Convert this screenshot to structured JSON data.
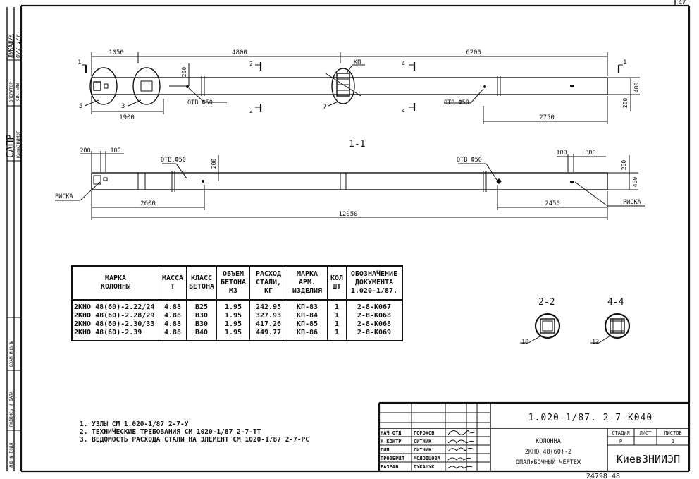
{
  "sheet_number": "47",
  "side_stamps": {
    "designer_name": "ЛУКАШУК",
    "designer_signature": "Q77 1/r-",
    "operator": "ОПЕРАТОР",
    "system": "СИСТЕМЫ",
    "sapr": "САПР",
    "institute": "КиевЗНИИЭП",
    "inv_vzam": "ВЗАМ ИНВ №",
    "sign_date": "ПОДПИСЬ И ДАТА",
    "inv_podl": "ИНВ № ПОДЛ"
  },
  "plan_view": {
    "dims_top": [
      "1050",
      "4800",
      "6200"
    ],
    "dim_200": "200",
    "dim_1900": "1900",
    "dim_2750": "2750",
    "dim_400": "400",
    "dim_200_right": "200",
    "hole_label_1": "ОТВ Ф50",
    "hole_label_2": "ОТВ Ф50",
    "kp_label": "КП",
    "section_marks": [
      "1",
      "1",
      "2",
      "2",
      "4",
      "4"
    ],
    "callouts": [
      "5",
      "3",
      "7"
    ]
  },
  "section_view": {
    "title": "1-1",
    "dim_200": "200",
    "dim_100": "100",
    "dim_200_vert": "200",
    "hole_label_1": "ОТВ.Ф50",
    "hole_label_2": "ОТВ Ф50",
    "dim_100_right": "100",
    "dim_800": "800",
    "dim_200_right": "200",
    "dim_400_right": "400",
    "dim_2600": "2600",
    "dim_2450": "2450",
    "dim_12050": "12050",
    "riska_left": "РИСКА",
    "riska_right": "РИСКА"
  },
  "spec_table": {
    "headers": [
      "МАРКА\nКОЛОННЫ",
      "МАССА\nТ",
      "КЛАСС\nБЕТОНА",
      "ОБЪЕМ\nБЕТОНА\nМ3",
      "РАСХОД\nСТАЛИ,\nКГ",
      "МАРКА\nАРМ.\nИЗДЕЛИЯ",
      "КОЛ\nШТ",
      "ОБОЗНАЧЕНИЕ\nДОКУМЕНТА\n1.020-1/87."
    ],
    "rows": [
      [
        "2КНО  48(60)-2.22/24",
        "4.88",
        "В25",
        "1.95",
        "242.95",
        "КП-83",
        "1",
        "2-8-К067"
      ],
      [
        "2КНО  48(60)-2.28/29",
        "4.88",
        "В30",
        "1.95",
        "327.93",
        "КП-84",
        "1",
        "2-8-К068"
      ],
      [
        "2КНО  48(60)-2.30/33",
        "4.88",
        "В30",
        "1.95",
        "417.26",
        "КП-85",
        "1",
        "2-8-К068"
      ],
      [
        "2КНО  48(60)-2.39",
        "4.88",
        "В40",
        "1.95",
        "449.77",
        "КП-86",
        "1",
        "2-8-К069"
      ]
    ]
  },
  "cross_sections": [
    {
      "title": "2-2",
      "callout": "10"
    },
    {
      "title": "4-4",
      "callout": "12"
    }
  ],
  "notes": [
    "1. УЗЛЫ СМ  1.020-1/87 2-7-У",
    "2. ТЕХНИЧЕСКИЕ ТРЕБОВАНИЯ СМ  1020-1/87 2-7-ТТ",
    "3. ВЕДОМОСТЬ РАСХОДА СТАЛИ НА ЭЛЕМЕНТ СМ  1020-1/87 2-7-РС"
  ],
  "title_block": {
    "document_code": "1.020-1/87.  2-7-К040",
    "people": [
      {
        "role": "НАЧ ОТД",
        "name": "ГОРОХОВ"
      },
      {
        "role": "Н КОНТР",
        "name": "СИТНИК"
      },
      {
        "role": "ГИП",
        "name": "СИТНИК"
      },
      {
        "role": "ПРОВЕРИЛ",
        "name": "МОЛОДЦОВА"
      },
      {
        "role": "РАЗРАБ",
        "name": "ЛУКАШУК"
      }
    ],
    "item_name": "КОЛОННА",
    "item_mark": "2КНО 48(60)-2",
    "drawing_type": "ОПАЛУБОЧНЫЙ ЧЕРТЕЖ",
    "stage_label": "СТАДИЯ",
    "sheet_label": "ЛИСТ",
    "sheets_label": "ЛИСТОВ",
    "stage_value": "Р",
    "sheets_value": "1",
    "organization": "КиевЗНИИЭП"
  },
  "bottom_number": "24798  48"
}
